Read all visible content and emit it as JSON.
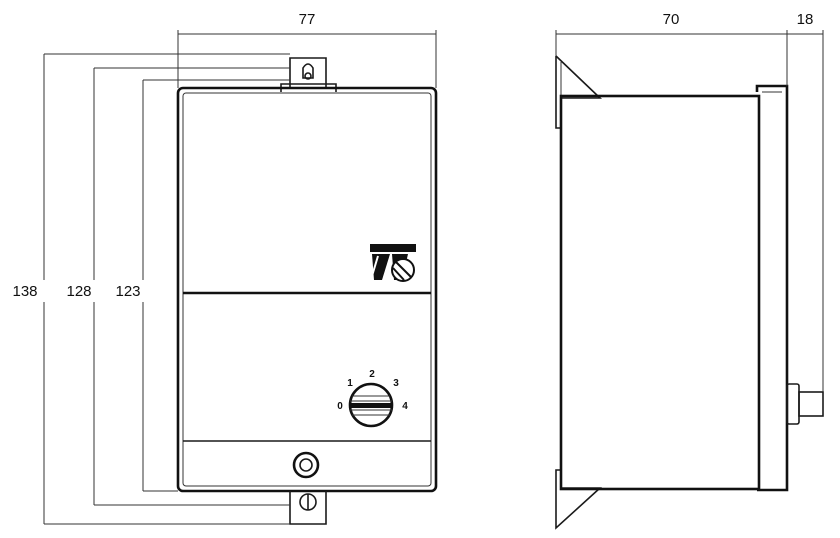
{
  "dimensions": {
    "front_width": "77",
    "side_depth": "70",
    "side_knob": "18",
    "height_total": "138",
    "height_mid": "128",
    "height_body": "123"
  },
  "dial": {
    "labels": [
      "0",
      "1",
      "2",
      "3",
      "4"
    ]
  }
}
